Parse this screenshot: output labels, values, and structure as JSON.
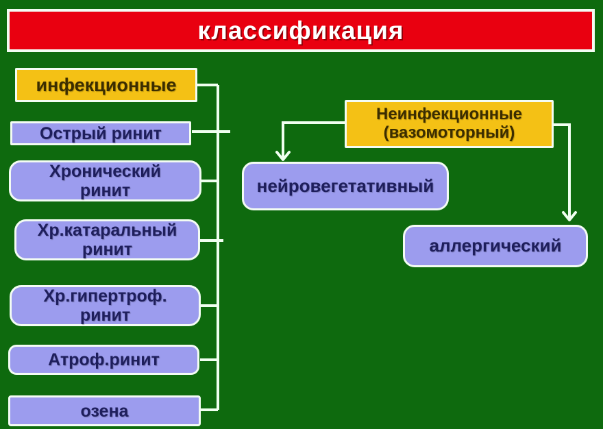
{
  "title": {
    "label": "классификация"
  },
  "colors": {
    "background": "#0E6A0E",
    "banner_red": "#E90010",
    "header_yellow": "#F4C115",
    "item_purple": "#9C9CEE",
    "line_white": "#F0FFF0",
    "purple_text": "#1E1E5C",
    "yellow_text": "#3B2D00"
  },
  "left_column": {
    "header": {
      "label": "инфекционные"
    },
    "items": [
      {
        "label": "Острый ринит"
      },
      {
        "label": "Хронический\nринит"
      },
      {
        "label": "Хр.катаральный\nринит"
      },
      {
        "label": "Хр.гипертроф.\nринит"
      },
      {
        "label": "Атроф.ринит"
      },
      {
        "label": "озена"
      }
    ]
  },
  "right_column": {
    "header": {
      "label": "Неинфекционные\n(вазомоторный)"
    },
    "items": [
      {
        "label": "нейровегетативный"
      },
      {
        "label": "аллергический"
      }
    ]
  }
}
